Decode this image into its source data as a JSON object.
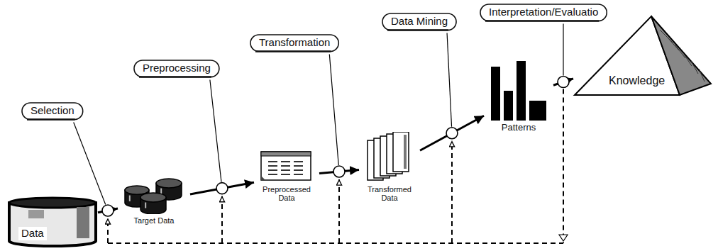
{
  "diagram": {
    "nodes": [
      {
        "text": [
          "Data"
        ]
      },
      {
        "text": [
          "Selection"
        ]
      },
      {
        "text": [
          "Target Data"
        ]
      },
      {
        "text": [
          "Preprocessing"
        ]
      },
      {
        "text": [
          "Preprocessed Data"
        ]
      },
      {
        "text": [
          "Transformation"
        ]
      },
      {
        "text": [
          "Transformed Data"
        ]
      },
      {
        "text": [
          "Data Mining"
        ]
      },
      {
        "text": [
          "Patterns"
        ]
      },
      {
        "text": [
          "Interpretation/Evaluatio"
        ]
      },
      {
        "text": [
          "Knowledge"
        ]
      }
    ],
    "edges": [
      {
        "from": 0,
        "to": 2,
        "arrow": "to"
      },
      {
        "from": 2,
        "to": 4,
        "arrow": "to"
      },
      {
        "from": 4,
        "to": 6,
        "arrow": "to"
      },
      {
        "from": 6,
        "to": 8,
        "arrow": "to"
      },
      {
        "from": 8,
        "to": 10,
        "arrow": "to"
      }
    ]
  }
}
